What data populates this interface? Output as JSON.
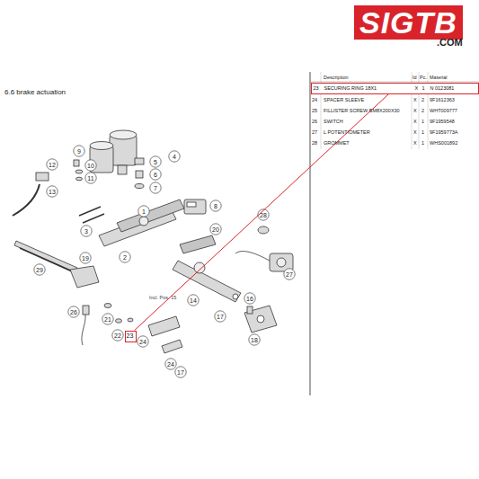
{
  "diagram": {
    "title": "6.6  brake actuation",
    "nodes": [
      {
        "text": [
          "23"
        ]
      },
      {
        "text": [
          "23",
          "SECURING RING 18X1",
          "X",
          "1",
          "N 0123081"
        ]
      }
    ],
    "edges": [
      {
        "from": 0,
        "to": 1,
        "arrow": "none"
      }
    ],
    "labels": [
      "SIGTB",
      ".COM",
      "Description",
      "Id",
      "Pc.",
      "Material",
      "24",
      "SPACER SLEEVE",
      "X",
      "2",
      "9F1612363",
      "25",
      "FILLISTER SCREW BM8X200X30",
      "X",
      "2",
      "WHT009777",
      "26",
      "SWITCH",
      "X",
      "1",
      "9F1959548",
      "27",
      "L POTENTIOMETER",
      "X",
      "1",
      "9F1959773A",
      "28",
      "GROMMET",
      "X",
      "1",
      "WHS001892",
      "12",
      "9",
      "10",
      "11",
      "13",
      "4",
      "5",
      "6",
      "7",
      "3",
      "8",
      "1",
      "2",
      "28",
      "29",
      "20",
      "19",
      "16",
      "27",
      "26",
      "21",
      "22",
      "24",
      "14",
      "17",
      "18",
      "24",
      "17",
      "Incl. Pos. 15"
    ]
  }
}
